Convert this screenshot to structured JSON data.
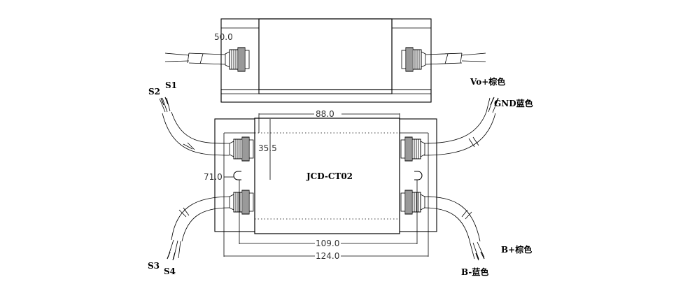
{
  "model_label": "JCD-CT02",
  "dimensions": {
    "top_height": "50.0",
    "inner_width": "88.0",
    "inner_height": "35.5",
    "overall_height": "71.0",
    "mount_width": "109.0",
    "overall_width": "124.0"
  },
  "wire_labels": {
    "s1": "S1",
    "s2": "S2",
    "s3": "S3",
    "s4": "S4",
    "vout_brown": "Vo+棕色",
    "gnd_blue": "GND蓝色",
    "bplus_brown": "B+棕色",
    "bminus_blue": "B-蓝色"
  }
}
